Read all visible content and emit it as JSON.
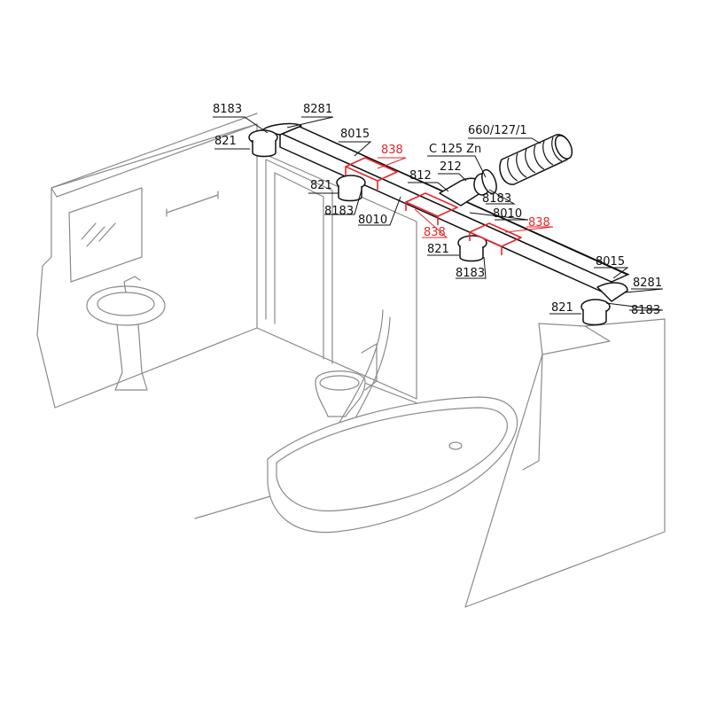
{
  "colors": {
    "line": "#111111",
    "room": "#8a8a8a",
    "accessory": "#e8252b"
  },
  "labels": {
    "l8183_a": "8183",
    "l8281_a": "8281",
    "l821_a": "821",
    "l8015_a": "8015",
    "l838_a": "838",
    "l821_b": "821",
    "l8183_b": "8183",
    "l8010_a": "8010",
    "c125": "C 125 Zn",
    "l212": "212",
    "l812": "812",
    "l660": "660/127/1",
    "l8183_c": "8183",
    "l8010_b": "8010",
    "l838_b": "838",
    "l838_c": "838",
    "l821_c": "821",
    "l8183_d": "8183",
    "l8015_b": "8015",
    "l8281_b": "8281",
    "l821_d": "821",
    "l8183_e": "8183"
  }
}
